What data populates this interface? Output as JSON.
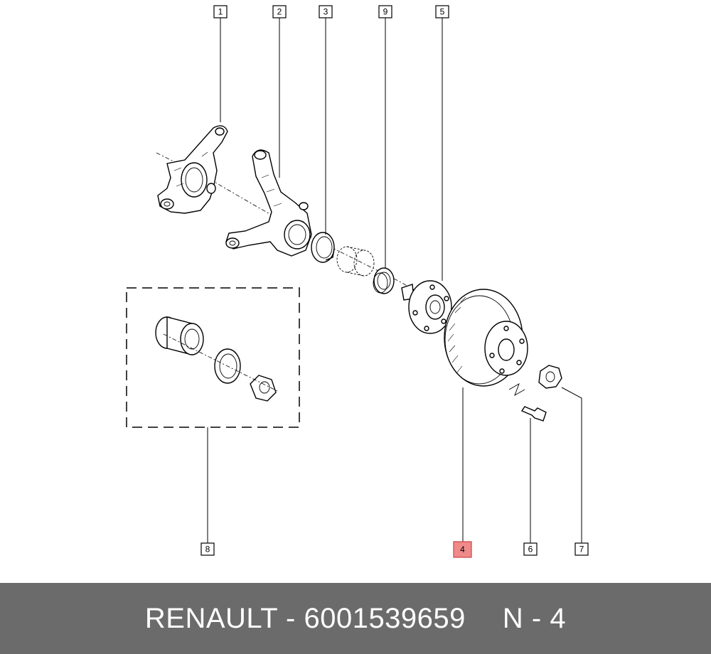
{
  "callouts": {
    "c1": "1",
    "c2": "2",
    "c3": "3",
    "c9": "9",
    "c5": "5",
    "c8": "8",
    "c4": "4",
    "c6": "6",
    "c7": "7"
  },
  "highlight_color": "#f08a8a",
  "footer": {
    "brand": "RENAULT",
    "separator": " - ",
    "part_number": "6001539659",
    "position_label": "N - 4"
  },
  "footer_bg_color": "#6b6b6b"
}
